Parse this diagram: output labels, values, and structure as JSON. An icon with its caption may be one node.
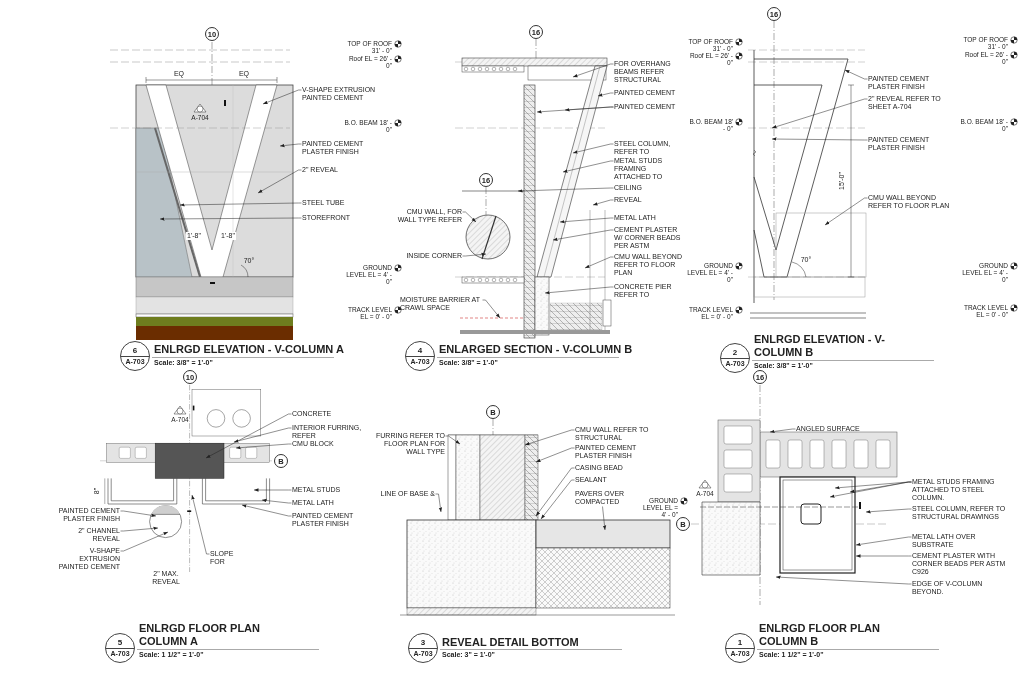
{
  "diagram": {
    "nodes": [
      {
        "text": [
          "10"
        ]
      },
      {
        "text": [
          "V-SHAPE EXTRUSION PAINTED CEMENT"
        ]
      },
      {
        "text": [
          "PAINTED CEMENT PLASTER FINISH"
        ]
      },
      {
        "text": [
          "2\" REVEAL"
        ]
      },
      {
        "text": [
          "STEEL TUBE"
        ]
      },
      {
        "text": [
          "STOREFRONT"
        ]
      },
      {
        "text": [
          "6",
          "A-703"
        ],
        "beside": [
          "ENLRGD ELEVATION - V-COLUMN A",
          "Scale:  3/8\" = 1'-0\""
        ]
      },
      {
        "text": [
          "16"
        ]
      },
      {
        "text": [
          "FOR OVERHANG BEAMS REFER STRUCTURAL"
        ]
      },
      {
        "text": [
          "PAINTED CEMENT"
        ]
      },
      {
        "text": [
          "PAINTED CEMENT"
        ]
      },
      {
        "text": [
          "STEEL COLUMN, REFER TO"
        ]
      },
      {
        "text": [
          "METAL STUDS FRAMING ATTACHED TO"
        ]
      },
      {
        "text": [
          "16"
        ]
      },
      {
        "text": [
          "CEILING"
        ]
      },
      {
        "text": [
          "REVEAL"
        ]
      },
      {
        "text": [
          "CMU WALL, FOR WALL TYPE REFER"
        ]
      },
      {
        "text": [
          "METAL LATH"
        ]
      },
      {
        "text": [
          "INSIDE CORNER"
        ]
      },
      {
        "text": [
          "CEMENT PLASTER W/ CORNER BEADS PER ASTM"
        ]
      },
      {
        "text": [
          "CMU WALL BEYOND REFER TO FLOOR PLAN"
        ]
      },
      {
        "text": [
          "CONCRETE PIER REFER TO"
        ]
      },
      {
        "text": [
          "MOISTURE BARRIER AT CRAWL SPACE"
        ]
      },
      {
        "text": [
          "4",
          "A-703"
        ],
        "beside": [
          "ENLARGED SECTION - V-COLUMN B",
          "Scale:  3/8\" = 1'-0\""
        ]
      },
      {
        "text": [
          "16"
        ]
      },
      {
        "text": [
          "PAINTED CEMENT PLASTER FINISH"
        ]
      },
      {
        "text": [
          "2\" REVEAL REFER TO SHEET A-704"
        ]
      },
      {
        "text": [
          "PAINTED CEMENT PLASTER FINISH"
        ]
      },
      {
        "text": [
          "CMU WALL BEYOND REFER TO FLOOR PLAN"
        ]
      },
      {
        "text": [
          "2",
          "A-703"
        ],
        "beside": [
          "ENLRGD ELEVATION - V-COLUMN B",
          "Scale:  3/8\" = 1'-0\""
        ]
      },
      {
        "text": [
          "10"
        ]
      },
      {
        "text": [
          "CONCRETE"
        ]
      },
      {
        "text": [
          "INTERIOR FURRING, REFER"
        ]
      },
      {
        "text": [
          "CMU BLOCK"
        ]
      },
      {
        "text": [
          "B"
        ]
      },
      {
        "text": [
          "METAL STUDS"
        ]
      },
      {
        "text": [
          "METAL LATH"
        ]
      },
      {
        "text": [
          "SLOPE FOR"
        ]
      },
      {
        "text": [
          "PAINTED CEMENT PLASTER FINISH"
        ]
      },
      {
        "text": [
          "PAINTED CEMENT PLASTER FINISH"
        ]
      },
      {
        "text": [
          "2\" CHANNEL REVEAL"
        ]
      },
      {
        "text": [
          "V-SHAPE EXTRUSION PAINTED CEMENT"
        ]
      },
      {
        "text": [
          "5",
          "A-703"
        ],
        "beside": [
          "ENLRGD FLOOR PLAN COLUMN A",
          "Scale:  1 1/2\" = 1'-0\""
        ]
      },
      {
        "text": [
          "B"
        ]
      },
      {
        "text": [
          "FURRING REFER TO FLOOR PLAN FOR WALL TYPE"
        ]
      },
      {
        "text": [
          "CMU WALL REFER TO STRUCTURAL"
        ]
      },
      {
        "text": [
          "PAINTED CEMENT PLASTER FINISH"
        ]
      },
      {
        "text": [
          "CASING BEAD"
        ]
      },
      {
        "text": [
          "SEALANT"
        ]
      },
      {
        "text": [
          "LINE OF BASE &"
        ]
      },
      {
        "text": [
          "PAVERS OVER COMPACTED"
        ]
      },
      {
        "text": [
          "3",
          "A-703"
        ],
        "beside": [
          "REVEAL DETAIL BOTTOM",
          "Scale:  3\" = 1'-0\""
        ]
      },
      {
        "text": [
          "16"
        ]
      },
      {
        "text": [
          "ANGLED SURFACE"
        ]
      },
      {
        "text": [
          "METAL STUDS FRAMING ATTACHED TO STEEL COLUMN."
        ]
      },
      {
        "text": [
          "STEEL COLUMN, REFER TO STRUCTURAL DRAWINGS"
        ]
      },
      {
        "text": [
          "B"
        ]
      },
      {
        "text": [
          "METAL LATH OVER SUBSTRATE"
        ]
      },
      {
        "text": [
          "CEMENT PLASTER WITH CORNER BEADS PER ASTM C926"
        ]
      },
      {
        "text": [
          "EDGE OF V-COLUMN BEYOND."
        ]
      },
      {
        "text": [
          "1",
          "A-703"
        ],
        "beside": [
          "ENLRGD FLOOR PLAN COLUMN B",
          "Scale:  1 1/2\" = 1'-0\""
        ]
      }
    ],
    "edges": [
      {
        "from": 1,
        "to": null,
        "arrow": "to"
      },
      {
        "from": 2,
        "to": null,
        "arrow": "to"
      },
      {
        "from": 3,
        "to": null,
        "arrow": "to"
      },
      {
        "from": 4,
        "to": null,
        "arrow": "to"
      },
      {
        "from": 5,
        "to": null,
        "arrow": "to"
      },
      {
        "from": 8,
        "to": null,
        "arrow": "to"
      },
      {
        "from": 9,
        "to": null,
        "arrow": "to"
      },
      {
        "from": 10,
        "to": null,
        "arrow": "to"
      },
      {
        "from": 10,
        "to": null,
        "arrow": "to"
      },
      {
        "from": 11,
        "to": null,
        "arrow": "to"
      },
      {
        "from": 12,
        "to": null,
        "arrow": "to"
      },
      {
        "from": 14,
        "to": null,
        "arrow": "to"
      },
      {
        "from": 15,
        "to": null,
        "arrow": "to"
      },
      {
        "from": 16,
        "to": null,
        "arrow": "to"
      },
      {
        "from": 17,
        "to": null,
        "arrow": "to"
      },
      {
        "from": 18,
        "to": null,
        "arrow": "to"
      },
      {
        "from": 19,
        "to": null,
        "arrow": "to"
      },
      {
        "from": 20,
        "to": null,
        "arrow": "to"
      },
      {
        "from": 21,
        "to": null,
        "arrow": "to"
      },
      {
        "from": 22,
        "to": null,
        "arrow": "to"
      },
      {
        "from": 25,
        "to": null,
        "arrow": "to"
      },
      {
        "from": 26,
        "to": null,
        "arrow": "to"
      },
      {
        "from": 27,
        "to": null,
        "arrow": "to"
      },
      {
        "from": 28,
        "to": null,
        "arrow": "to"
      },
      {
        "from": 31,
        "to": null,
        "arrow": "to"
      },
      {
        "from": 32,
        "to": null,
        "arrow": "to"
      },
      {
        "from": 33,
        "to": null,
        "arrow": "to"
      },
      {
        "from": 35,
        "to": null,
        "arrow": "to"
      },
      {
        "from": 36,
        "to": null,
        "arrow": "to"
      },
      {
        "from": 37,
        "to": null,
        "arrow": "to"
      },
      {
        "from": 38,
        "to": null,
        "arrow": "to"
      },
      {
        "from": 39,
        "to": null,
        "arrow": "to"
      },
      {
        "from": 40,
        "to": null,
        "arrow": "to"
      },
      {
        "from": 41,
        "to": null,
        "arrow": "to"
      },
      {
        "from": 44,
        "to": null,
        "arrow": "to"
      },
      {
        "from": 45,
        "to": null,
        "arrow": "to"
      },
      {
        "from": 46,
        "to": null,
        "arrow": "to"
      },
      {
        "from": 47,
        "to": null,
        "arrow": "to"
      },
      {
        "from": 48,
        "to": null,
        "arrow": "to"
      },
      {
        "from": 49,
        "to": null,
        "arrow": "to"
      },
      {
        "from": 50,
        "to": null,
        "arrow": "to"
      },
      {
        "from": 53,
        "to": null,
        "arrow": "to"
      },
      {
        "from": 54,
        "to": null,
        "arrow": "to"
      },
      {
        "from": 54,
        "to": null,
        "arrow": "to"
      },
      {
        "from": 54,
        "to": null,
        "arrow": "to"
      },
      {
        "from": 55,
        "to": null,
        "arrow": "to"
      },
      {
        "from": 57,
        "to": null,
        "arrow": "to"
      },
      {
        "from": 58,
        "to": null,
        "arrow": "to"
      },
      {
        "from": 59,
        "to": null,
        "arrow": "to"
      }
    ],
    "labels": [
      "TOP OF ROOF 31' - 0\"",
      "Roof EL = 26' - 0\"",
      "EQ",
      "EQ",
      "A-704",
      "B.O. BEAM 18' - 0\"",
      "1'-8\"",
      "1'-8\"",
      "70°",
      "GROUND LEVEL EL = 4' - 0\"",
      "TRACK LEVEL EL = 0' - 0\"",
      "TOP OF ROOF 31' - 0\"",
      "Roof EL = 26' - 0\"",
      "B.O. BEAM 18' - 0\"",
      "GROUND LEVEL EL = 4' - 0\"",
      "TRACK LEVEL EL = 0' - 0\"",
      "TOP OF ROOF 31' - 0\"",
      "Roof EL = 26' - 0\"",
      "B.O. BEAM 18' - 0\"",
      "15'-0\"",
      "70°",
      "GROUND LEVEL EL = 4' - 0\"",
      "TRACK LEVEL EL = 0' - 0\"",
      "A-704",
      "8\"",
      "2\" MAX. REVEAL",
      "GROUND LEVEL EL = 4' - 0\"",
      "A-704"
    ]
  }
}
